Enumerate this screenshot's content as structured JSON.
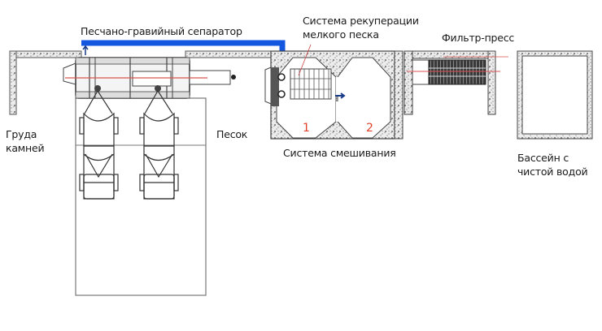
{
  "labels": {
    "separator": "Песчано-гравийный сепаратор",
    "recovery_line1": "Система рекуперации",
    "recovery_line2": "мелкого песка",
    "filter_press": "Фильтр-пресс",
    "stone_pile_line1": "Груда",
    "stone_pile_line2": "камней",
    "sand": "Песок",
    "mixing": "Система смешивания",
    "pool_line1": "Бассейн с",
    "pool_line2": "чистой водой",
    "tank_1": "1",
    "tank_2": "2"
  },
  "colors": {
    "water_pipe": "#1356e0",
    "axis_line": "#d9534f",
    "tank_number": "#e0412a",
    "concrete_fill": "#e8e8e8",
    "outline": "#555555",
    "arrow": "#1a3a8a"
  }
}
